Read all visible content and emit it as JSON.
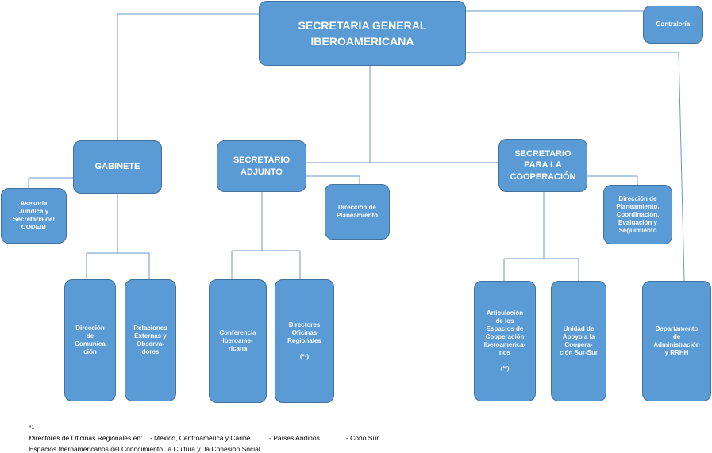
{
  "nodes": {
    "secretaria_general": "SECRETARIA GENERAL\nIBEROAMERICANA",
    "contraloria": "Contraloría",
    "gabinete": "GABINETE",
    "secretario_adjunto": "SECRETARIO\nADJUNTO",
    "secretario_cooperacion": "SECRETARIO\nPARA LA\nCOOPERACIÓN",
    "asesoria": "Asesoría\nJurídica y\nSecretaría del\nCODEIB",
    "direccion_planeamiento": "Dirección de\nPlaneamiento",
    "direccion_planeamiento_coord": "Dirección de\nPlaneamiento,\nCoordinación,\nEvaluación y\nSeguimiento",
    "direccion_comunicacion": "Dirección\nde\nComunica\nción",
    "relaciones_externas": "Relaciones\nExternas y\nObserva-\ndores",
    "conferencia": "Conferencia\nIberoame-\nricana",
    "directores_oficinas": "Directores\nOficinas\nRegionales",
    "directores_oficinas_note": "(*¹)",
    "articulacion": "Articulación\nde los\nEspacios de\nCooperación\nIberoamerica-\nnos",
    "articulacion_note": "(*²)",
    "unidad_apoyo": "Unidad de\nApoyo a la\nCoopera-\nción Sur-Sur",
    "departamento_admin": "Departamento\nde\nAdministración\ny RRHH"
  },
  "footnotes": {
    "note1_marker": "*1",
    "note1_text": "Directores de Oficinas Regionales en:    - México, Centroamérica y Caribe          - Países Andinos              - Cono Sur",
    "note2_marker": "*2",
    "note2_text": "Espacios Iberoamericanos del Conocimiento, la Cultura y  la Cohesión Social."
  },
  "colors": {
    "box_fill": "#5b9bd5",
    "box_border": "#41719c",
    "connector": "#6a97c8"
  }
}
